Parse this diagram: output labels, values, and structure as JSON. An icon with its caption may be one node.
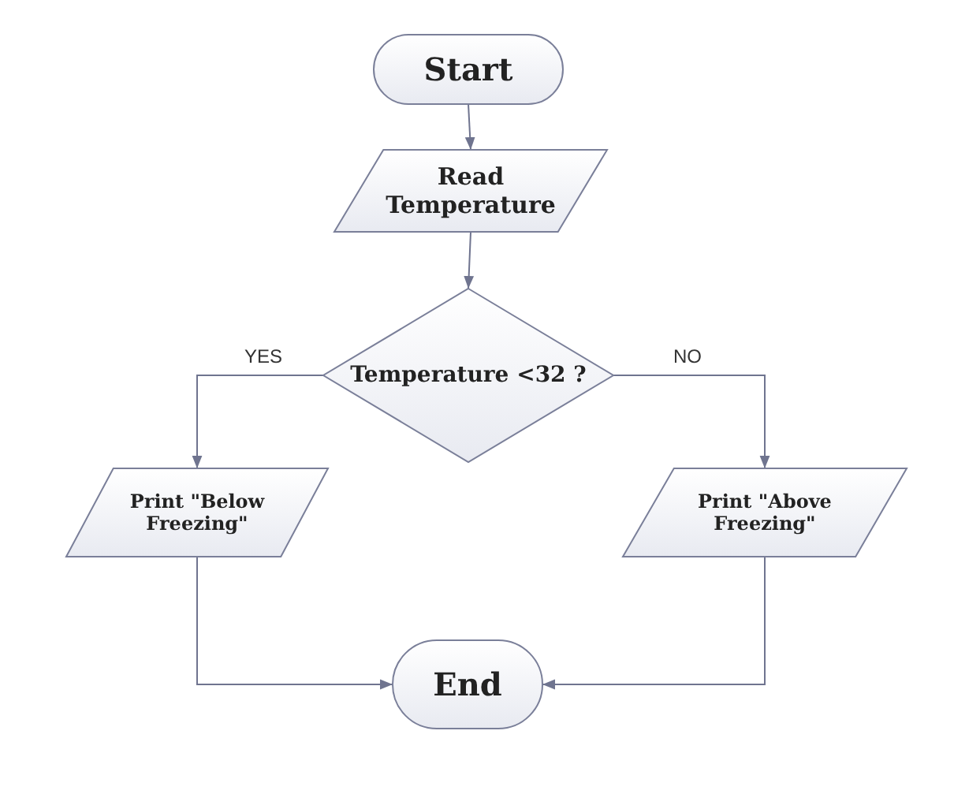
{
  "diagram": {
    "nodes": [
      {
        "text": [
          "Start"
        ]
      },
      {
        "text": [
          "Read Temperature"
        ]
      },
      {
        "text": [
          "Temperature <32 ?"
        ]
      },
      {
        "text": [
          "Print \"Below Freezing\""
        ]
      },
      {
        "text": [
          "Print \"Above Freezing\""
        ]
      },
      {
        "text": [
          "End"
        ]
      }
    ],
    "edges": [
      {
        "from": 0,
        "to": 1,
        "arrow": "to"
      },
      {
        "from": 1,
        "to": 2,
        "arrow": "to"
      },
      {
        "from": 2,
        "to": 3,
        "arrow": "to",
        "label": "YES"
      },
      {
        "from": 2,
        "to": 4,
        "arrow": "to",
        "label": "NO"
      },
      {
        "from": 3,
        "to": 5,
        "arrow": "to"
      },
      {
        "from": 4,
        "to": 5,
        "arrow": "to"
      }
    ]
  }
}
